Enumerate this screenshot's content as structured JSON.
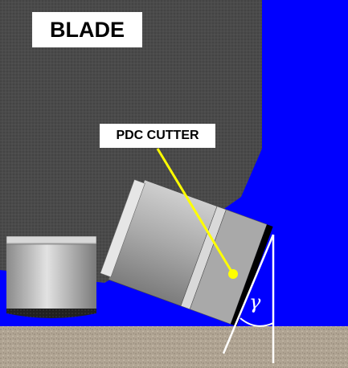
{
  "labels": {
    "blade": "BLADE",
    "pdc_cutter": "PDC CUTTER",
    "rake_angle_symbol": "γ"
  },
  "colors": {
    "fluid": "#0000ff",
    "blade": "#4a4a4a",
    "formation": "#b0a493",
    "leader_line": "#ffff00",
    "label_background": "#ffffff",
    "diamond_table": "#000000"
  }
}
